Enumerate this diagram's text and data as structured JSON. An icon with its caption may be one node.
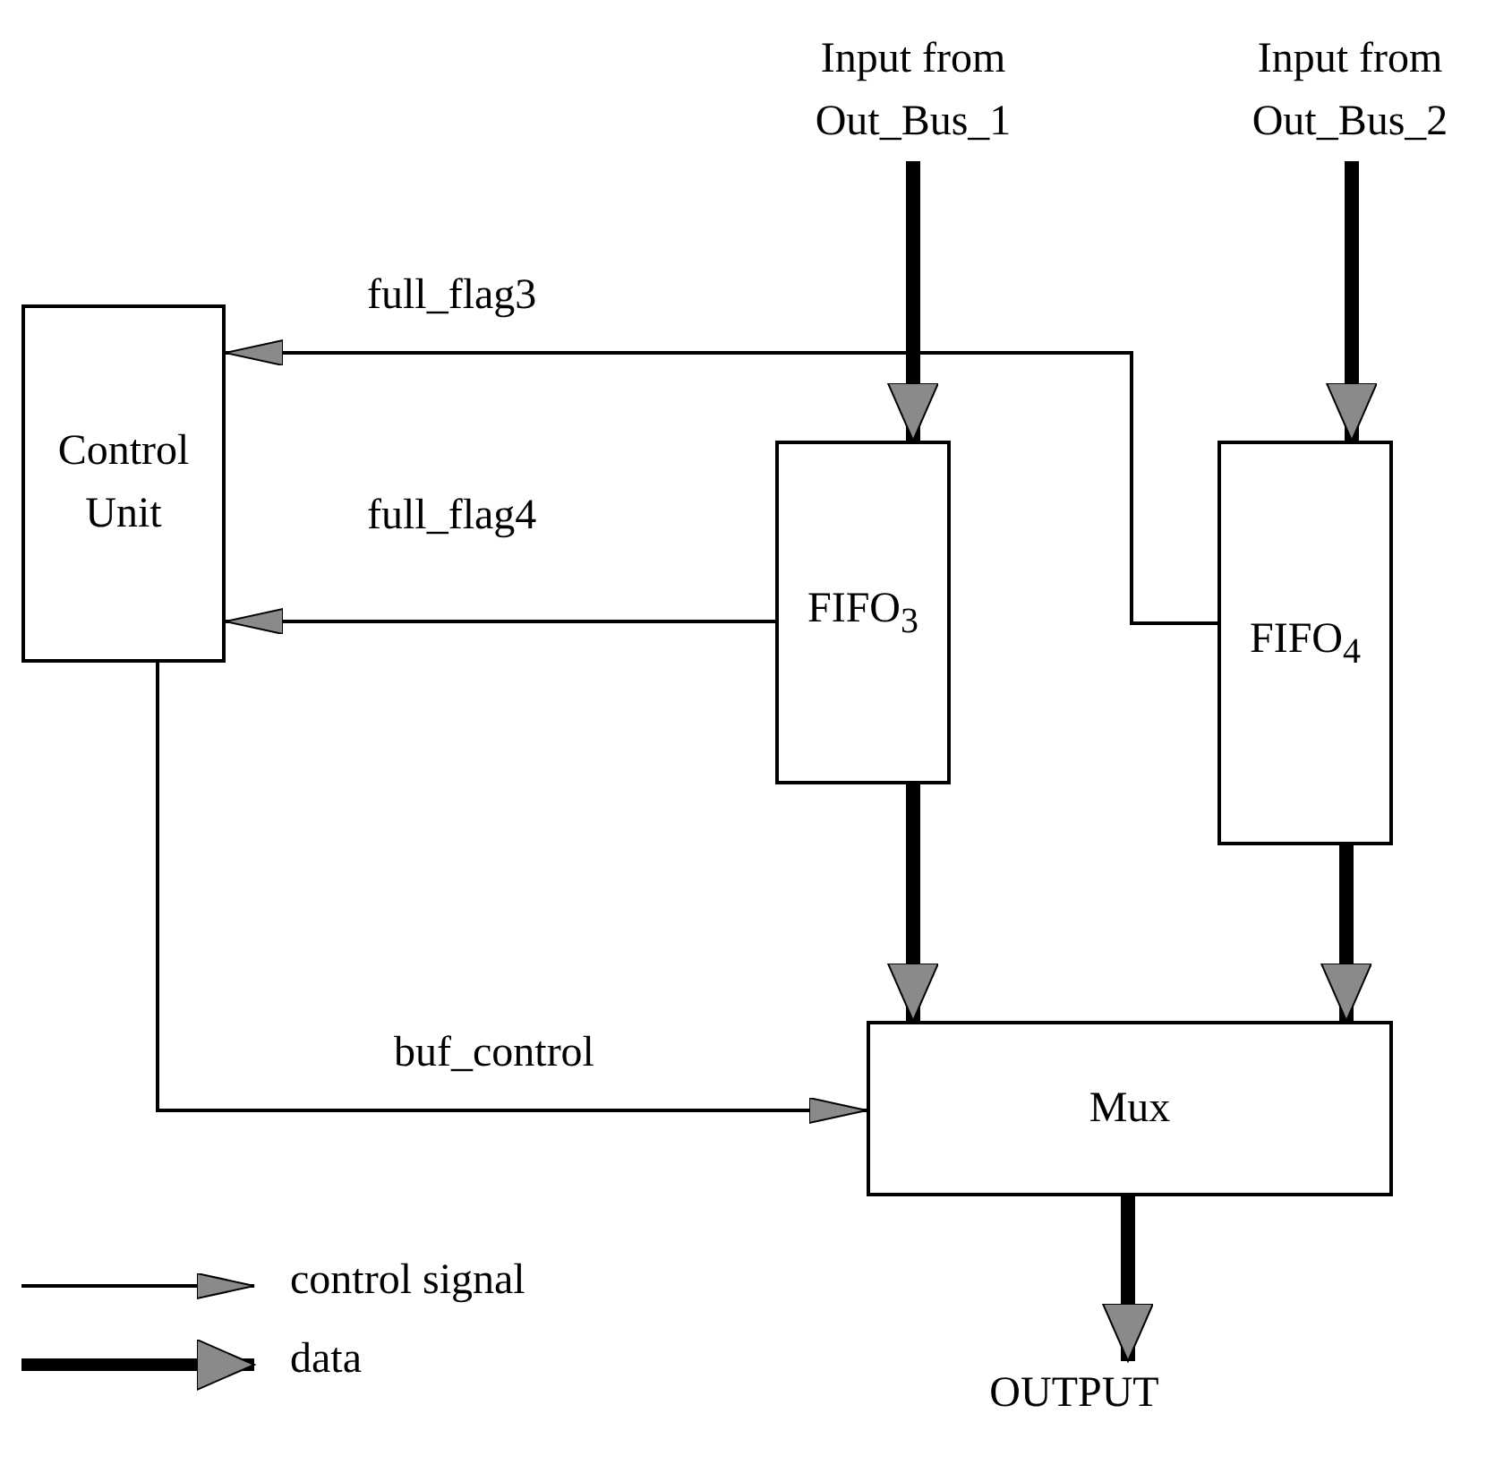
{
  "diagram": {
    "nodes": [
      {
        "text": [
          "Input from Out_Bus_1"
        ]
      },
      {
        "text": [
          "Input from Out_Bus_2"
        ]
      },
      {
        "text": [
          "Control Unit"
        ]
      },
      {
        "text": [
          "FIFO$_{3}$"
        ]
      },
      {
        "text": [
          "FIFO$_{4}$"
        ]
      },
      {
        "text": [
          "Mux"
        ]
      },
      {
        "text": [
          "OUTPUT"
        ]
      }
    ],
    "edges": [
      {
        "from": 0,
        "to": 3,
        "arrow": "to"
      },
      {
        "from": 1,
        "to": 4,
        "arrow": "to"
      },
      {
        "from": 4,
        "to": 2,
        "arrow": "to",
        "label": "full_flag3"
      },
      {
        "from": 3,
        "to": 2,
        "arrow": "to",
        "label": "full_flag4"
      },
      {
        "from": 2,
        "to": 5,
        "arrow": "to",
        "label": "buf_control"
      },
      {
        "from": 3,
        "to": 5,
        "arrow": "to"
      },
      {
        "from": 4,
        "to": 5,
        "arrow": "to"
      },
      {
        "from": 5,
        "to": 6,
        "arrow": "to"
      }
    ],
    "legend": [
      {
        "text": "control signal"
      },
      {
        "text": "data"
      }
    ]
  }
}
